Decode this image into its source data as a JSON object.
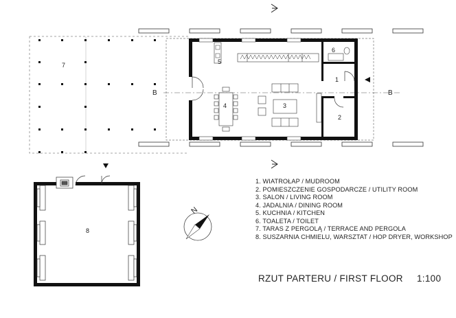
{
  "rooms": {
    "r1": "1",
    "r2": "2",
    "r3": "3",
    "r4": "4",
    "r5": "5",
    "r6": "6",
    "r7": "7",
    "r8": "8"
  },
  "section_markers": {
    "left": "B",
    "right": "B"
  },
  "legend": [
    "1. WIATROŁAP  /  MUDROOM",
    "2. POMIESZCZENIE GOSPODARCZE  / UTILITY ROOM",
    "3. SALON  /  LIVING ROOM",
    "4. JADALNIA  /  DINING ROOM",
    "5. KUCHNIA  /  KITCHEN",
    "6. TOALETA  /  TOILET",
    "7. TARAS Z PERGOLĄ  / TERRACE AND PERGOLA",
    "8. SUSZARNIA CHMIELU, WARSZTAT / HOP DRYER, WORKSHOP"
  ],
  "title": {
    "name": "RZUT PARTERU  /  FIRST FLOOR",
    "scale": "1:100"
  },
  "north_label": "N"
}
